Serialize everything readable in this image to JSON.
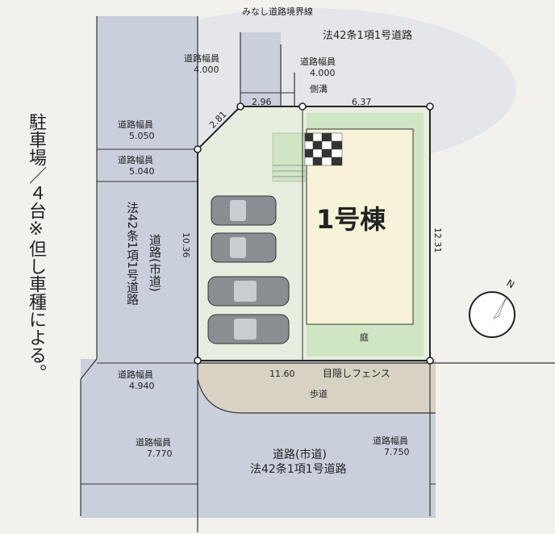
{
  "title_building": "1号棟",
  "parking_note": "駐車場／４台※但し車種による。",
  "labels": {
    "minashi": "みなし道路境界線",
    "law_top": "法42条1項1号道路",
    "road_w_top_left": "道路幅員",
    "road_w_top_left_val": "4.000",
    "road_w_top_right": "道路幅員",
    "road_w_top_right_val": "4.000",
    "gutter": "側溝",
    "dim_296": "2.96",
    "dim_637": "6.37",
    "dim_281": "2.81",
    "road_w_5050": "道路幅員",
    "road_w_5050_val": "5.050",
    "road_w_5040": "道路幅員",
    "road_w_5040_val": "5.040",
    "left_road_a": "法42条1項1号道路",
    "left_road_b": "道路(市道)",
    "dim_1036": "10.36",
    "dim_1231": "12.31",
    "garden": "庭",
    "dim_1160": "11.60",
    "fence": "目隠しフェンス",
    "sidewalk": "歩道",
    "road_w_4940": "道路幅員",
    "road_w_4940_val": "4.940",
    "road_w_7770": "道路幅員",
    "road_w_7770_val": "7.770",
    "road_w_7750": "道路幅員",
    "road_w_7750_val": "7.750",
    "bottom_road_a": "道路(市道)",
    "bottom_road_b": "法42条1項1号道路",
    "north": "N"
  },
  "colors": {
    "road": "#c9d0dc",
    "lot": "#e7eedf",
    "green": "#d3e6c7",
    "building": "#f6f3d8",
    "sidewalk": "#d8d2c4",
    "line": "#222222"
  }
}
